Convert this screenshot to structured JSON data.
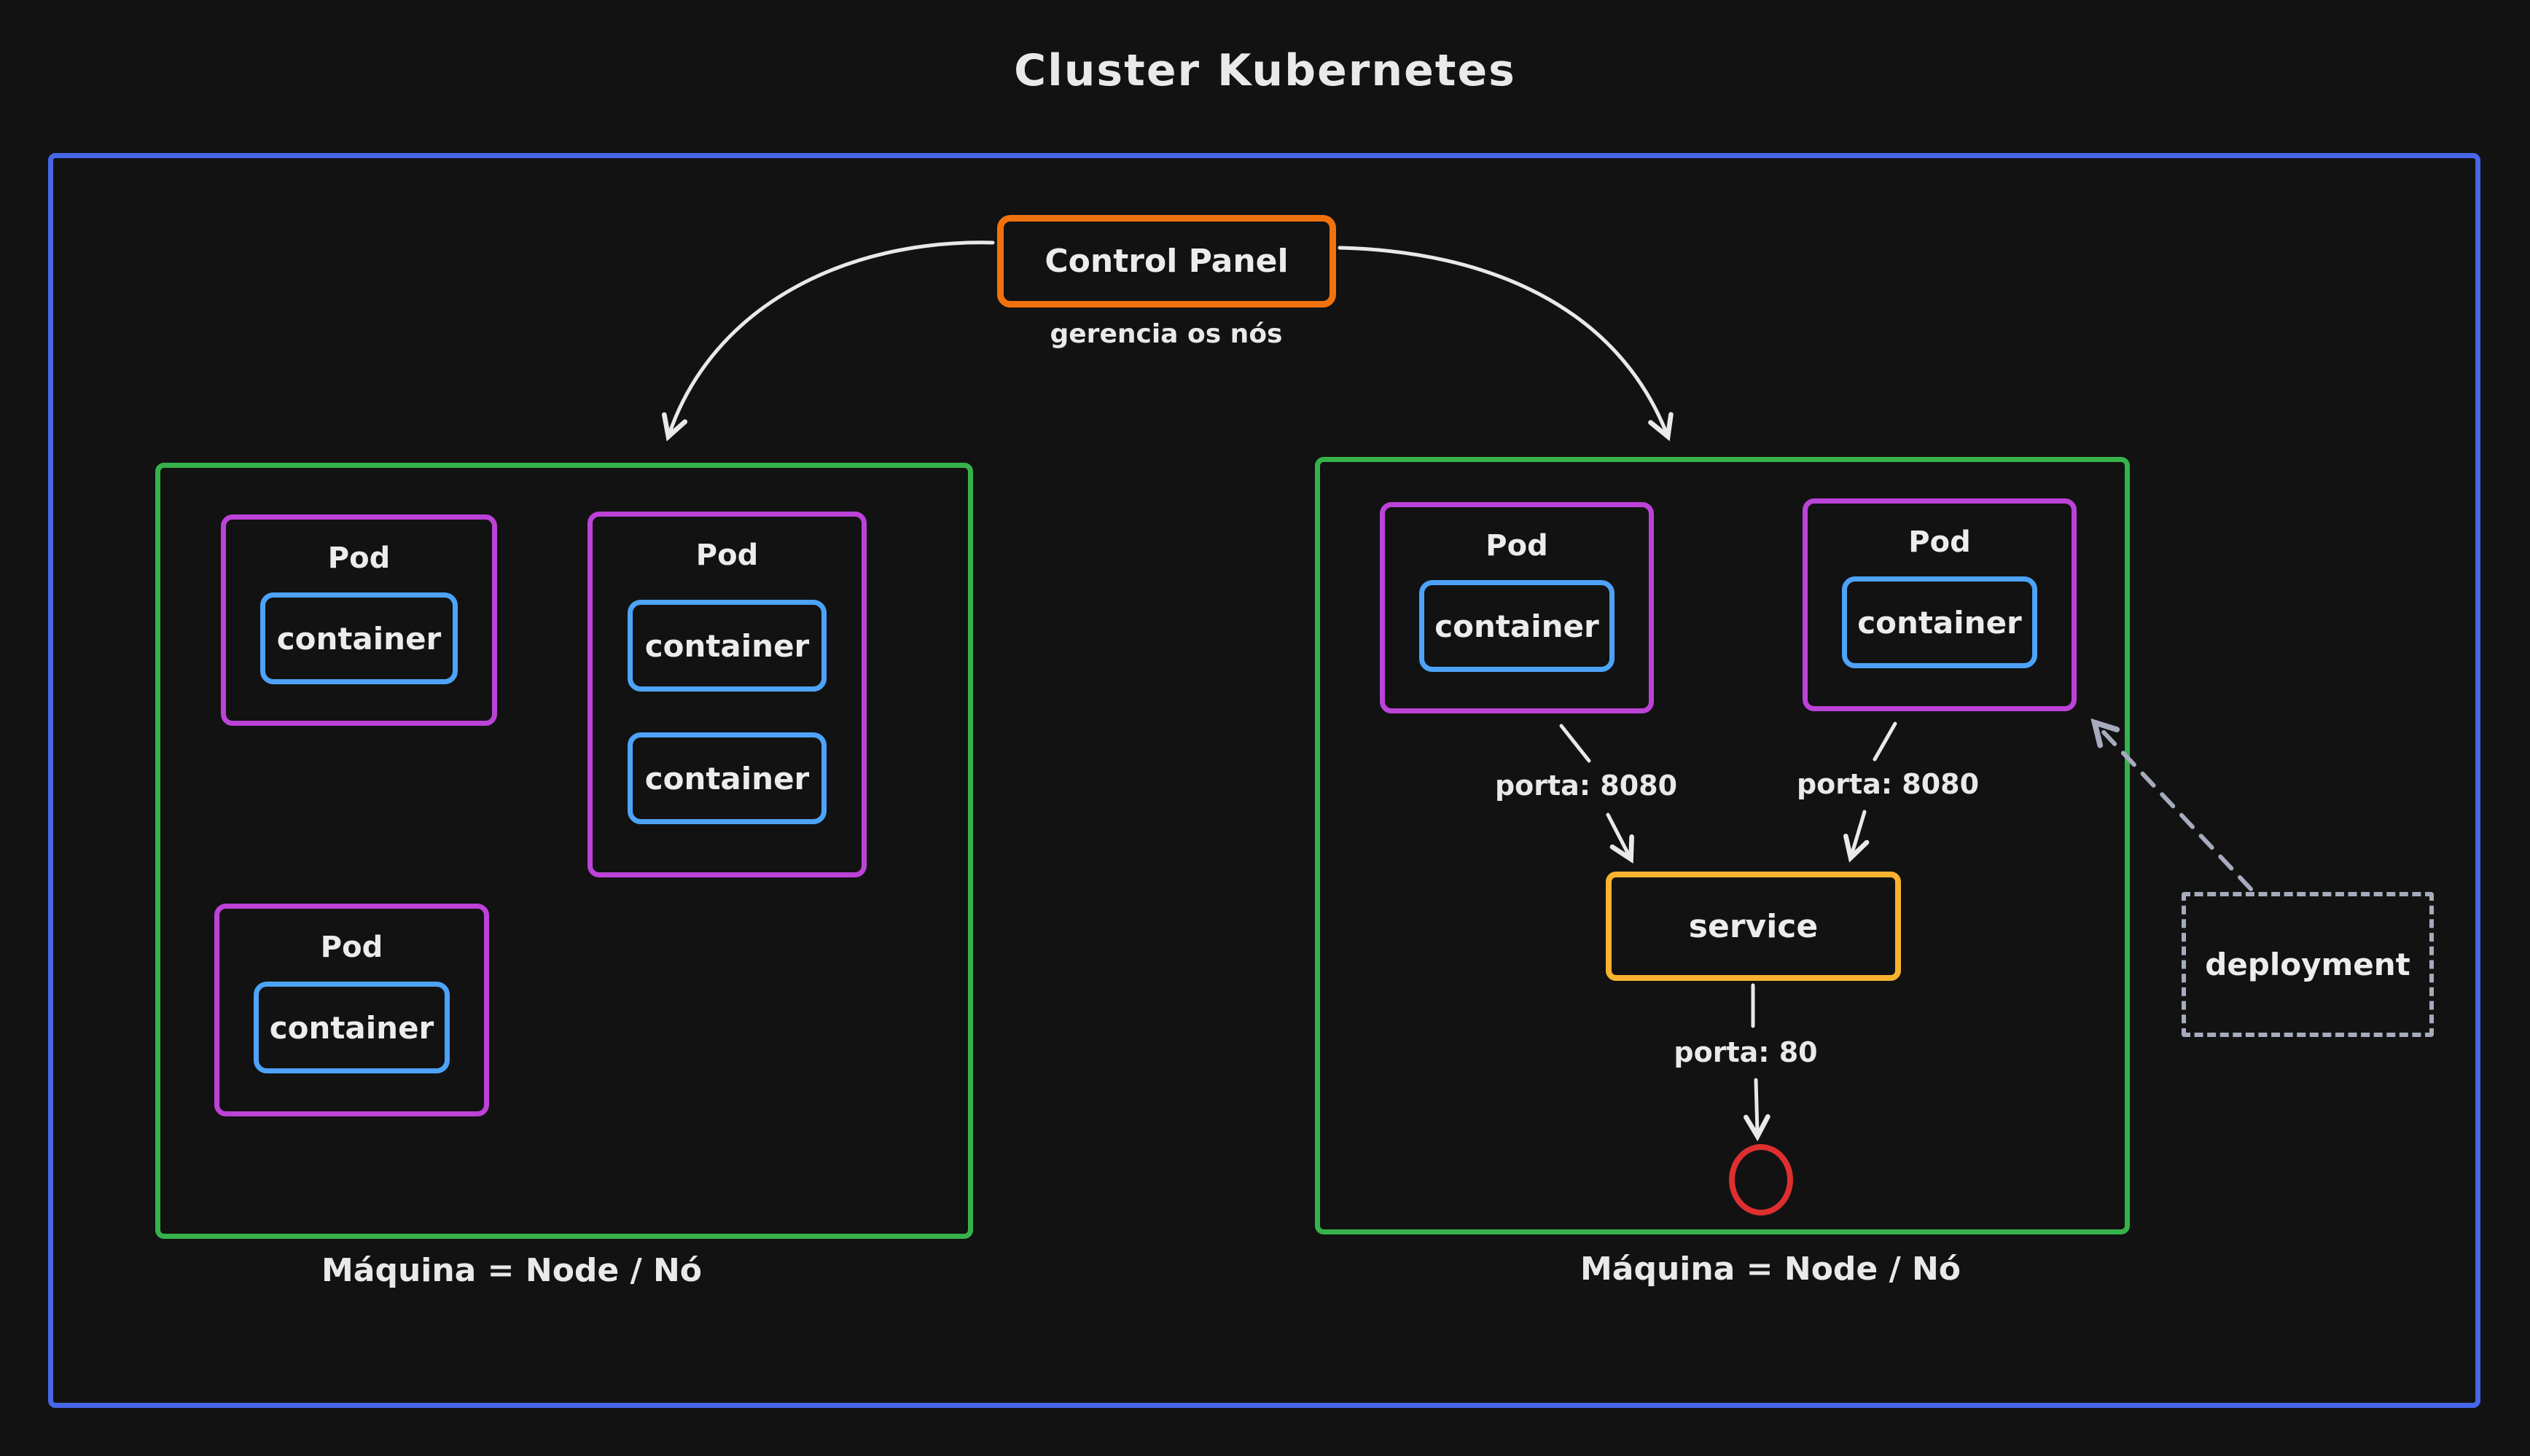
{
  "title": "Cluster Kubernetes",
  "control_panel": {
    "label": "Control Panel",
    "caption": "gerencia os nós"
  },
  "left_node": {
    "caption": "Máquina = Node / Nó",
    "pods": [
      {
        "title": "Pod",
        "containers": [
          "container"
        ]
      },
      {
        "title": "Pod",
        "containers": [
          "container",
          "container"
        ]
      },
      {
        "title": "Pod",
        "containers": [
          "container"
        ]
      }
    ]
  },
  "right_node": {
    "caption": "Máquina = Node / Nó",
    "pods": [
      {
        "title": "Pod",
        "containers": [
          "container"
        ]
      },
      {
        "title": "Pod",
        "containers": [
          "container"
        ]
      }
    ],
    "ports": {
      "left": "porta: 8080",
      "right": "porta: 8080",
      "service": "porta: 80"
    },
    "service_label": "service"
  },
  "deployment": {
    "label": "deployment"
  },
  "colors": {
    "background": "#121212",
    "cluster_border": "#4667e8",
    "node_border": "#36b24a",
    "pod_border": "#bc42d8",
    "container_border": "#4da3f7",
    "control_panel_border": "#f0720e",
    "service_border": "#f7b32f",
    "endpoint_circle": "#dd2f2f",
    "deployment_border": "#a6abbd",
    "arrow": "#e9e9e9",
    "text": "#ececec"
  }
}
